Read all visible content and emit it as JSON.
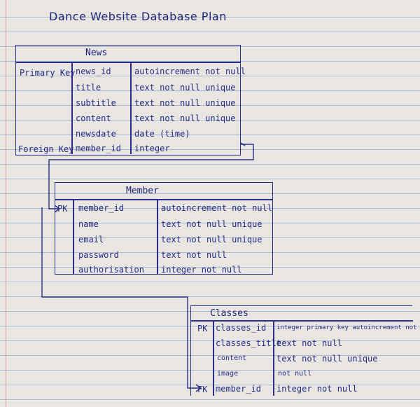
{
  "title": "Dance Website Database Plan",
  "news": {
    "name": "News",
    "rows": [
      {
        "key": "Primary Key",
        "field": "news_id",
        "constraint": "autoincrement not null"
      },
      {
        "key": "",
        "field": "title",
        "constraint": "text not null unique"
      },
      {
        "key": "",
        "field": "subtitle",
        "constraint": "text not null unique"
      },
      {
        "key": "",
        "field": "content",
        "constraint": "text not null unique"
      },
      {
        "key": "",
        "field": "newsdate",
        "constraint": "date (time)"
      },
      {
        "key": "Foreign Key",
        "field": "member_id",
        "constraint": "integer"
      }
    ]
  },
  "member": {
    "name": "Member",
    "rows": [
      {
        "key": "PK",
        "field": "member_id",
        "constraint": "autoincrement not null"
      },
      {
        "key": "",
        "field": "name",
        "constraint": "text not null unique"
      },
      {
        "key": "",
        "field": "email",
        "constraint": "text not null unique"
      },
      {
        "key": "",
        "field": "password",
        "constraint": "text not null"
      },
      {
        "key": "",
        "field": "authorisation",
        "constraint": "integer not null"
      }
    ]
  },
  "classes": {
    "name": "Classes",
    "rows": [
      {
        "key": "PK",
        "field": "classes_id",
        "constraint": "integer primary key autoincrement not null"
      },
      {
        "key": "",
        "field": "classes_title",
        "constraint": "text not null"
      },
      {
        "key": "",
        "field": "content",
        "constraint": "text not null unique"
      },
      {
        "key": "",
        "field": "image",
        "constraint": "not null"
      },
      {
        "key": "FK",
        "field": "member_id",
        "constraint": "integer not null"
      }
    ]
  }
}
